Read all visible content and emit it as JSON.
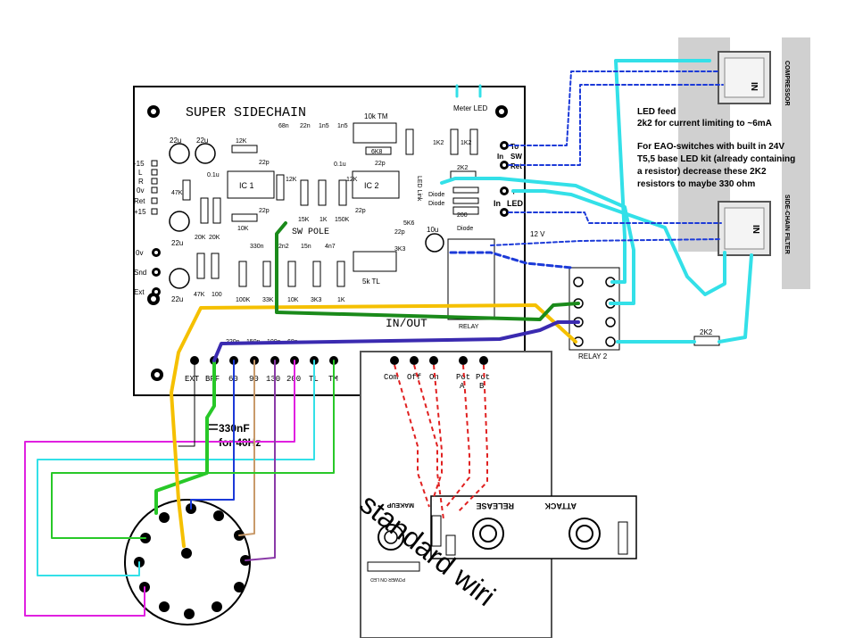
{
  "board": {
    "title": "SUPER SIDECHAIN",
    "sw_pole": "SW POLE",
    "in_out": "IN/OUT",
    "relay": "RELAY",
    "relay2": "RELAY 2",
    "left_pads": [
      "-15",
      "L",
      "R",
      "0v",
      "Ret",
      "+15"
    ],
    "pads_0v_snd_ext": [
      "0v",
      "Snd",
      "Ext"
    ],
    "right_pads": [
      "To",
      "In",
      "SW",
      "Ret",
      "+",
      "In",
      "LED"
    ],
    "bottom_terminals": [
      "EXT",
      "BFF",
      "60",
      "90",
      "130",
      "200",
      "TL",
      "TM"
    ],
    "components": {
      "caps_22u": [
        "22u",
        "22u",
        "22u",
        "22u"
      ],
      "ic1": "IC 1",
      "ic2": "IC 2",
      "r_12k_a": "12K",
      "r_12k_b": "12K",
      "r_12k_c": "12K",
      "r_47k": "47K",
      "r_20k_a": "20K",
      "r_20k_b": "20K",
      "r_10k": "10K",
      "r_6k8": "6K8",
      "r_5k6": "5K6",
      "r_3k3": "3K3",
      "r_15k": "15K",
      "r_1k": "1K",
      "r_150k": "150K",
      "r_1k2_a": "1K2",
      "r_1k2_b": "1K2",
      "r_2k2": "2K2",
      "r_100": "100",
      "r_47k_b": "47K",
      "top_caps": [
        "68n",
        "22n",
        "1n5",
        "1n5"
      ],
      "cap_22p": "22p",
      "cap_01u": "0.1u",
      "cap_10u": "10u",
      "tm": "10k TM",
      "tl": "5k TL",
      "meter_led": "Meter LED",
      "diode": "Diode",
      "led_link": "LED Link",
      "r_200": "200",
      "caps_bottom_row": [
        "220n",
        "150n",
        "100n",
        "68n"
      ],
      "r_bottom_row": [
        "100K",
        "33K",
        "10K",
        "3K3",
        "1K"
      ],
      "caps_mid_row": [
        "330n",
        "2n2",
        "15n",
        "4n7"
      ]
    }
  },
  "annotations": {
    "led_feed": "LED feed",
    "current_limit": "2k2 for current limiting to ~6mA",
    "eao_note": "For EAO-switches with built in 24V T5,5 base LED kit (already containing a resistor) decrease these 2K2 resistors to maybe 330 ohm",
    "cap_330nf": "330nF",
    "for_40hz": "for 40Hz",
    "v12": "12 V",
    "r2k2_relay": "2K2"
  },
  "switches": {
    "compressor_label": "COMPRESSOR",
    "compressor_in": "IN",
    "sidechain_label": "SIDE-CHAIN FILTER",
    "sidechain_in": "IN"
  },
  "lower_board": {
    "terminals": [
      "Com",
      "Off",
      "On",
      "Pot A",
      "Pot B"
    ],
    "attack": "ATTACK",
    "release": "RELEASE",
    "makeup": "MAKEUP",
    "power_led": "POWER ON LED",
    "watermark": "standard wiri"
  },
  "colors": {
    "yellow": "#f5c000",
    "green": "#1a8a1a",
    "bright_green": "#28c828",
    "blue_purple": "#3a2ab0",
    "cyan": "#33e0e8",
    "navy": "#1c3ad8",
    "magenta": "#e020e0",
    "tan": "#c89a6a",
    "purple": "#8a3aa8",
    "red_dashed": "#e02020"
  }
}
